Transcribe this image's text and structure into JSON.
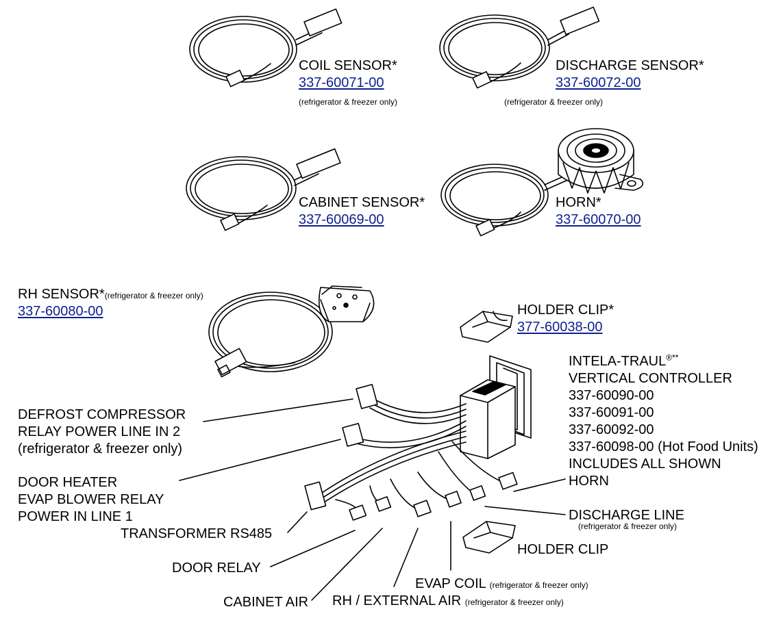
{
  "parts": {
    "coil_sensor": {
      "label": "COIL SENSOR*",
      "part": "337-60071-00",
      "note": "(refrigerator & freezer only)"
    },
    "discharge_sensor": {
      "label": "DISCHARGE SENSOR*",
      "part": "337-60072-00",
      "note": "(refrigerator & freezer only)"
    },
    "cabinet_sensor": {
      "label": "CABINET SENSOR*",
      "part": "337-60069-00"
    },
    "horn": {
      "label": "HORN*",
      "part": "337-60070-00"
    },
    "rh_sensor": {
      "label": "RH SENSOR*",
      "note": "(refrigerator & freezer only)",
      "part": "337-60080-00"
    },
    "holder_clip": {
      "label": "HOLDER CLIP*",
      "part": "377-60038-00"
    }
  },
  "controller": {
    "name": "INTELA-TRAUL",
    "mark": "®**",
    "lines": [
      "VERTICAL CONTROLLER",
      "337-60090-00",
      "337-60091-00",
      "337-60092-00",
      "337-60098-00 (Hot Food Units)",
      "INCLUDES ALL SHOWN"
    ]
  },
  "callouts": {
    "defrost_1": "DEFROST COMPRESSOR",
    "defrost_2": "RELAY POWER LINE IN 2",
    "defrost_3": "(refrigerator & freezer only)",
    "door_heater_1": "DOOR HEATER",
    "door_heater_2": "EVAP BLOWER RELAY",
    "door_heater_3": "POWER IN LINE 1",
    "transformer": "TRANSFORMER RS485",
    "door_relay": "DOOR RELAY",
    "cabinet_air": "CABINET AIR",
    "rh_external": "RH / EXTERNAL  AIR",
    "rh_external_note": "(refrigerator & freezer only)",
    "evap_coil": "EVAP COIL",
    "evap_coil_note": "(refrigerator & freezer only)",
    "holder_clip": "HOLDER CLIP",
    "discharge_line": "DISCHARGE LINE",
    "discharge_line_note": "(refrigerator & freezer only)",
    "horn": "HORN"
  }
}
